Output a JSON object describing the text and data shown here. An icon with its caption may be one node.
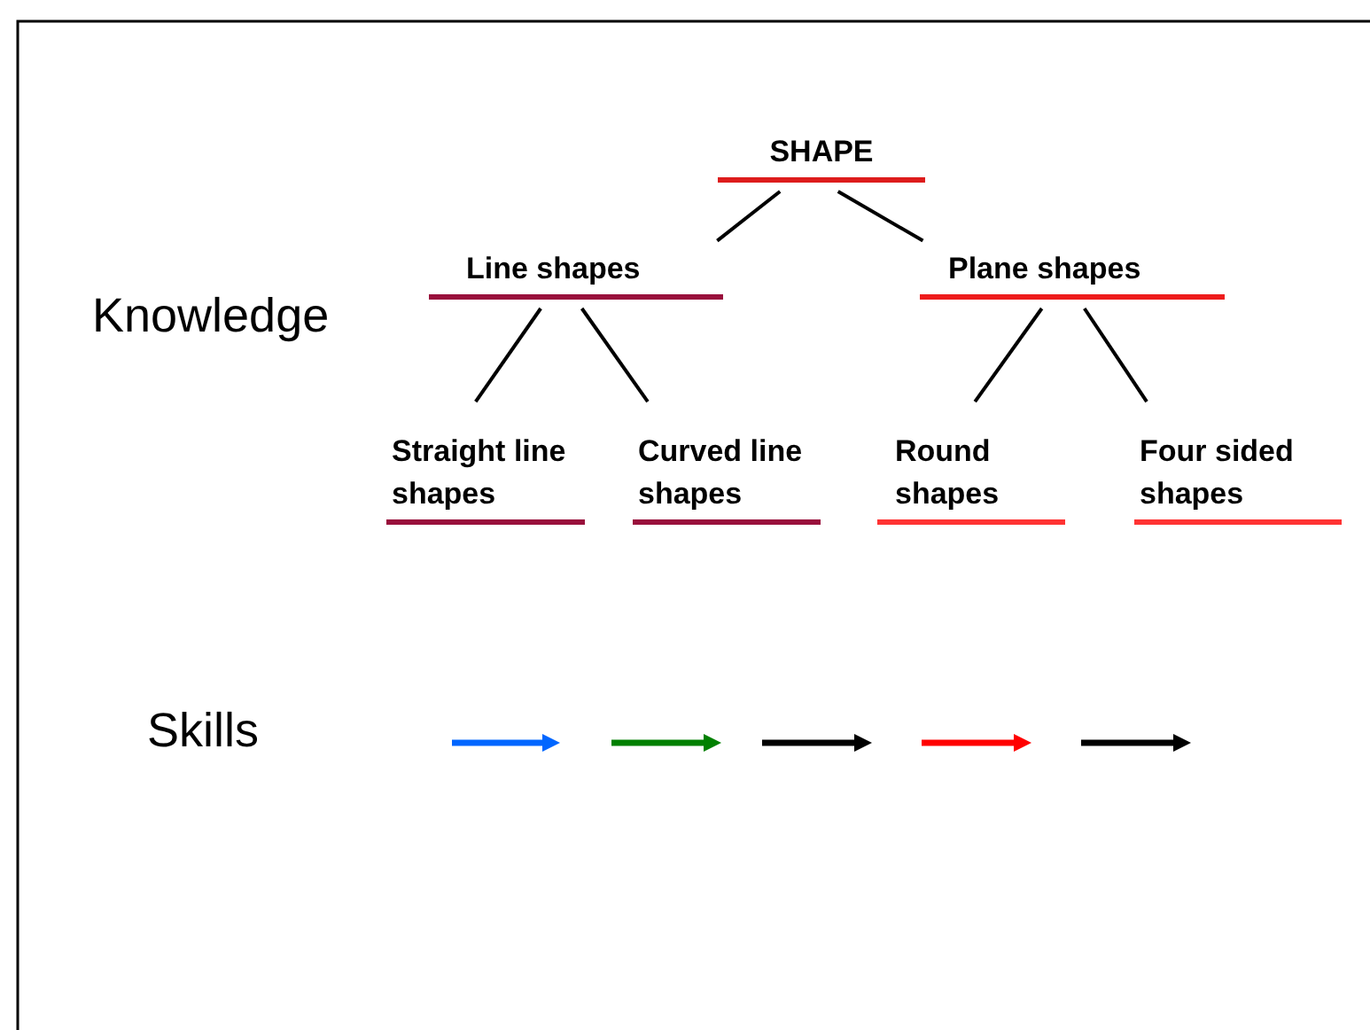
{
  "diagram": {
    "nodes": [
      {
        "text": [
          "SHAPE"
        ]
      },
      {
        "text": [
          "Line shapes"
        ]
      },
      {
        "text": [
          "Plane shapes"
        ]
      },
      {
        "text": [
          "Straight line shapes"
        ]
      },
      {
        "text": [
          "Curved line shapes"
        ]
      },
      {
        "text": [
          "Round shapes"
        ]
      },
      {
        "text": [
          "Four sided shapes"
        ]
      }
    ],
    "edges": [
      {
        "from": 0,
        "to": 1,
        "arrow": "none"
      },
      {
        "from": 0,
        "to": 2,
        "arrow": "none"
      },
      {
        "from": 1,
        "to": 3,
        "arrow": "none"
      },
      {
        "from": 1,
        "to": 4,
        "arrow": "none"
      },
      {
        "from": 2,
        "to": 5,
        "arrow": "none"
      },
      {
        "from": 2,
        "to": 6,
        "arrow": "none"
      }
    ],
    "labels": [
      "Knowledge",
      "Skills"
    ]
  }
}
